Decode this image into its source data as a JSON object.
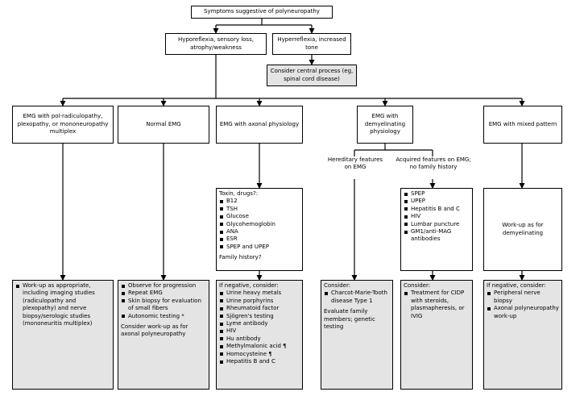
{
  "top": "Symptoms suggestive of polyneuropathy",
  "hypo": "Hyporeflexia, sensory loss, atrophy/weakness",
  "hyper": "Hyperreflexia, increased tone",
  "central": "Consider central process (eg, spinal cord disease)",
  "emg": {
    "pol": "EMG with pol-radiculopathy, plexopathy, or mononeuropathy multiplex",
    "normal": "Normal EMG",
    "axonal": "EMG with axonal physiology",
    "demyel": "EMG with demyelinating physiology",
    "mixed": "EMG with mixed pattern"
  },
  "hereditary_label": "Hereditary features on EMG",
  "acquired_label": "Acquired features on EMG; no family history",
  "toxin": {
    "title": "Toxin, drugs?:",
    "items": [
      "B12",
      "TSH",
      "Glucose",
      "Glycohemoglobin",
      "ANA",
      "ESR",
      "SPEP and UPEP"
    ],
    "footer": "Family history?"
  },
  "acquired_tests": [
    "SPEP",
    "UPEP",
    "Hepatitis B and C",
    "HIV",
    "Lumbar puncture",
    "GM1/anti-MAG antibodies"
  ],
  "mixed_workup": "Work-up as for demyelinating",
  "outcomes": {
    "pol": [
      "Work-up as appropriate, including imaging studies (radiculopathy and plexopathy) and nerve biopsy/serologic studies (mononeuritis multiplex)"
    ],
    "normal": {
      "items": [
        "Observe for progression",
        "Repeat EMG",
        "Skin biopsy for evaluation of small fibers",
        "Autonomic testing *"
      ],
      "footer": "Consider work-up as for axonal polyneuropathy"
    },
    "axonal": {
      "title": "If negative, consider:",
      "items": [
        "Urine heavy metals",
        "Urine porphyrins",
        "Rheumatoid factor",
        "Sjögren's testing",
        "Lyme antibody",
        "HIV",
        "Hu antibody",
        "Methylmalonic acid ¶",
        "Homocysteine ¶",
        "Hepatitis B and C"
      ]
    },
    "hereditary": {
      "title": "Consider:",
      "items": [
        "Charcot-Marie-Tooth disease Type 1"
      ],
      "footer": "Evaluate family members; genetic testing"
    },
    "acquired": {
      "title": "Consider:",
      "items": [
        "Treatment for CIDP with steroids, plasmapheresis, or IVIG"
      ]
    },
    "mixed": {
      "title": "If negative, consider:",
      "items": [
        "Peripheral nerve biopsy",
        "Axonal polyneuropathy work-up"
      ]
    }
  }
}
